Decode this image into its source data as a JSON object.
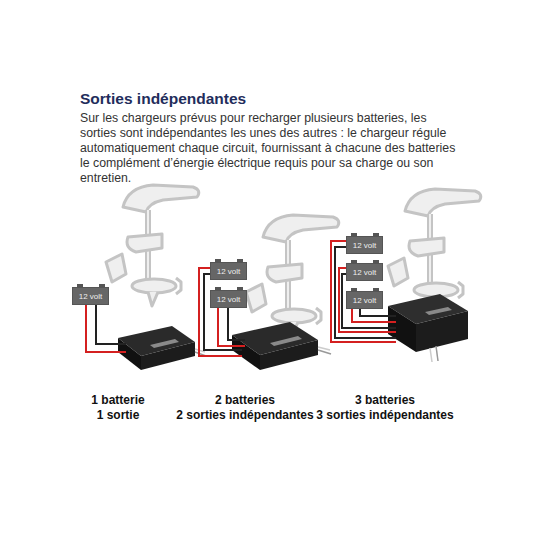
{
  "diagram": {
    "title": "Sorties indépendantes",
    "nodes": [
      {
        "text": [
          "12 volt"
        ]
      },
      {
        "text": [
          "12 volt"
        ]
      },
      {
        "text": [
          "12 volt"
        ]
      },
      {
        "text": [
          "12 volt"
        ]
      },
      {
        "text": [
          "12 volt"
        ]
      },
      {
        "text": [
          "12 volt"
        ]
      }
    ],
    "labels": [
      "Sur les chargeurs prévus pour recharger plusieurs batteries, les sorties sont indépendantes les unes des autres : le chargeur régule automatiquement chaque circuit, fournissant à chacune des batteries le complément d’énergie électrique requis pour sa charge ou son entretien.",
      "1 batterie",
      "1 sortie",
      "2 batteries",
      "2 sorties indépendantes",
      "3 batteries",
      "3 sorties indépendantes"
    ]
  }
}
